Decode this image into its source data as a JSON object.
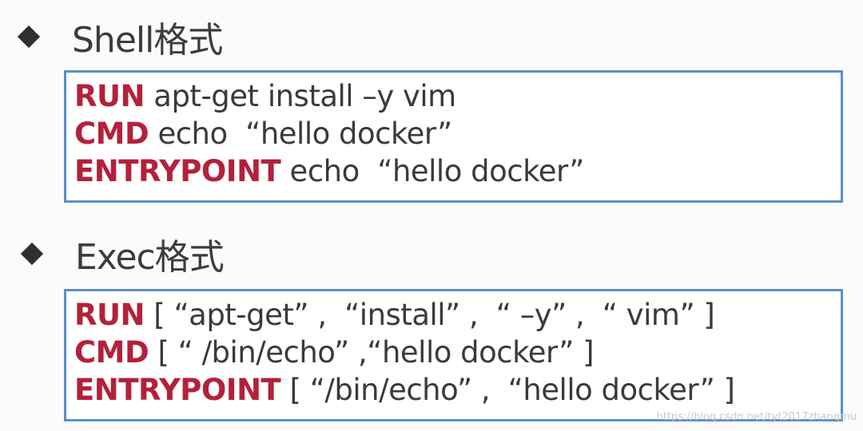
{
  "colors": {
    "background": "#fbfbfb",
    "keyword": "#b3213a",
    "text": "#3a3a3a",
    "box_border": "#5b8fc8",
    "bullet": "#2f2f2f"
  },
  "sections": {
    "shell": {
      "bullet_icon": "diamond-bullet",
      "title": "Shell格式",
      "lines": [
        {
          "keyword": "RUN",
          "rest": " apt-get install –y vim"
        },
        {
          "keyword": "CMD",
          "rest": " echo  “hello docker”"
        },
        {
          "keyword": "ENTRYPOINT",
          "rest": " echo  “hello docker”"
        }
      ]
    },
    "exec": {
      "bullet_icon": "diamond-bullet",
      "title": "Exec格式",
      "lines": [
        {
          "keyword": "RUN",
          "rest": " [ “apt-get” ,  “install” ,  “ –y” ,  “ vim” ]"
        },
        {
          "keyword": "CMD",
          "rest": " [ “ /bin/echo” ,“hello docker” ]"
        },
        {
          "keyword": "ENTRYPOINT",
          "rest": " [ “/bin/echo” ,  “hello docker” ]"
        }
      ]
    }
  },
  "watermark": "https://blog.csdn.net/tyt2017zhangmu"
}
